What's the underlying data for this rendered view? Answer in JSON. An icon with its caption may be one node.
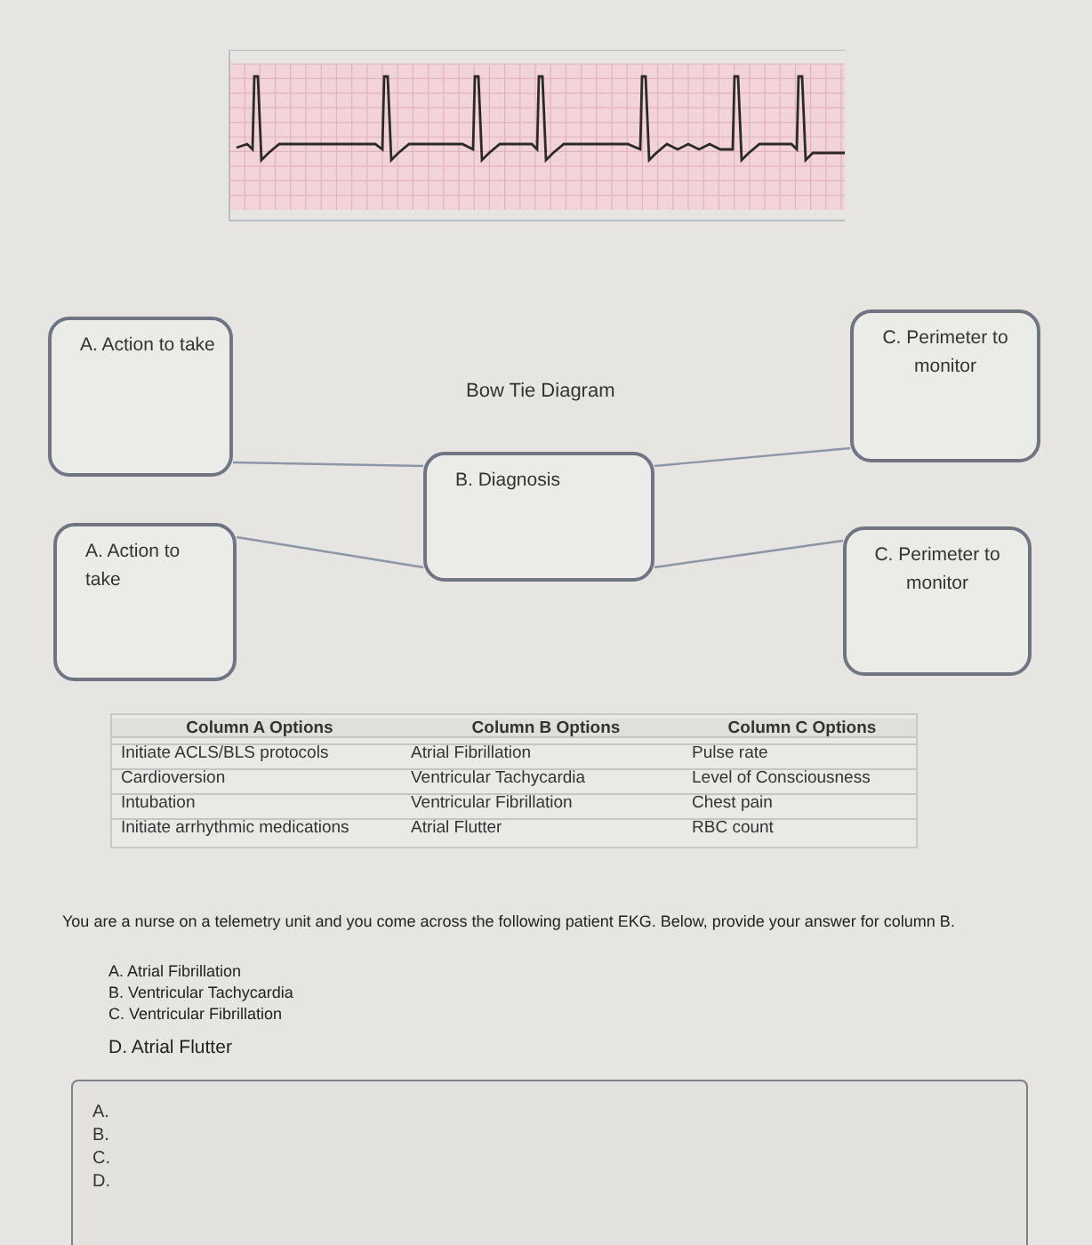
{
  "diagram": {
    "title": "Bow Tie Diagram",
    "nodes": [
      {
        "text": [
          "A. Action to take"
        ]
      },
      {
        "text": [
          "C. Perimeter to monitor"
        ]
      },
      {
        "text": [
          "B. Diagnosis"
        ]
      },
      {
        "text": [
          "A. Action to take"
        ]
      },
      {
        "text": [
          "C. Perimeter to monitor"
        ]
      }
    ],
    "edges": [
      {
        "from": 0,
        "to": 2,
        "arrow": "none"
      },
      {
        "from": 2,
        "to": 1,
        "arrow": "none"
      },
      {
        "from": 3,
        "to": 2,
        "arrow": "none"
      },
      {
        "from": 2,
        "to": 4,
        "arrow": "none"
      }
    ],
    "labels": [
      "Column A Options",
      "Column B Options",
      "Column C Options",
      "Initiate ACLS/BLS protocols",
      "Atrial Fibrillation",
      "Pulse rate",
      "Cardioversion",
      "Ventricular Tachycardia",
      "Level of Consciousness",
      "Intubation",
      "Ventricular Fibrillation",
      "Chest pain",
      "Initiate arrhythmic medications",
      "Atrial Flutter",
      "RBC count",
      "You are a nurse on a telemetry unit and you come across the following patient EKG. Below, provide your answer for column B.",
      "A. Atrial Fibrillation",
      "B. Ventricular Tachycardia",
      "C. Ventricular Fibrillation",
      "D. Atrial Flutter",
      "A.",
      "B.",
      "C.",
      "D."
    ]
  }
}
